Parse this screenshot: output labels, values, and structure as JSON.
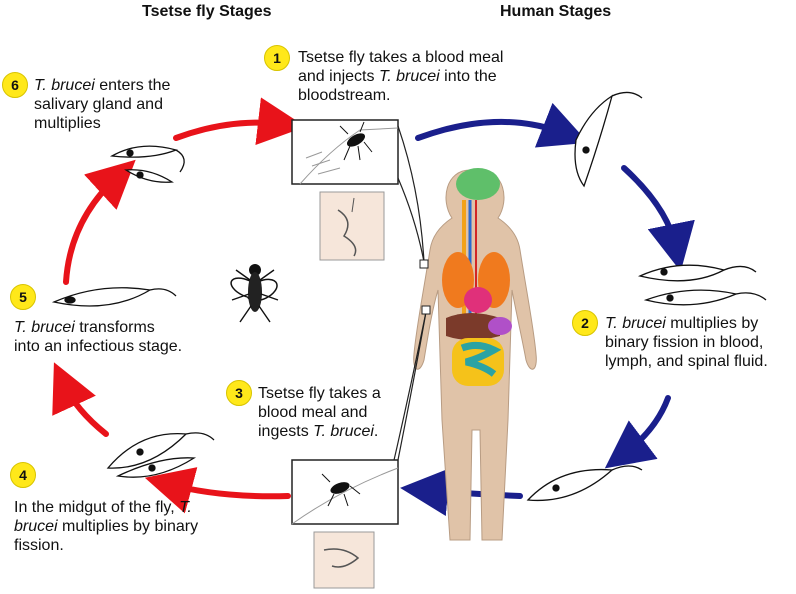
{
  "headers": {
    "left": "Tsetse fly Stages",
    "right": "Human Stages"
  },
  "steps": [
    {
      "num": "1",
      "pre": "Tsetse fly takes a blood meal and injects ",
      "ital": "T. brucei",
      "post": " into the bloodstream."
    },
    {
      "num": "2",
      "pre": "",
      "ital": "T. brucei",
      "post": " multiplies by binary fission in blood, lymph, and spinal fluid."
    },
    {
      "num": "3",
      "pre": "Tsetse fly takes a blood meal and ingests ",
      "ital": "T. brucei",
      "post": "."
    },
    {
      "num": "4",
      "pre": "In the midgut of the fly, ",
      "ital": "T. brucei",
      "post": " multiplies by binary fission."
    },
    {
      "num": "5",
      "pre": "",
      "ital": "T. brucei",
      "post": " transforms into an infectious stage."
    },
    {
      "num": "6",
      "pre": "",
      "ital": "T. brucei",
      "post": " enters the salivary gland and multiplies"
    }
  ],
  "colors": {
    "fly_arrow": "#e8131a",
    "human_arrow": "#1a1f8c",
    "badge": "#ffe81a",
    "skin": "#e0c3a8"
  }
}
